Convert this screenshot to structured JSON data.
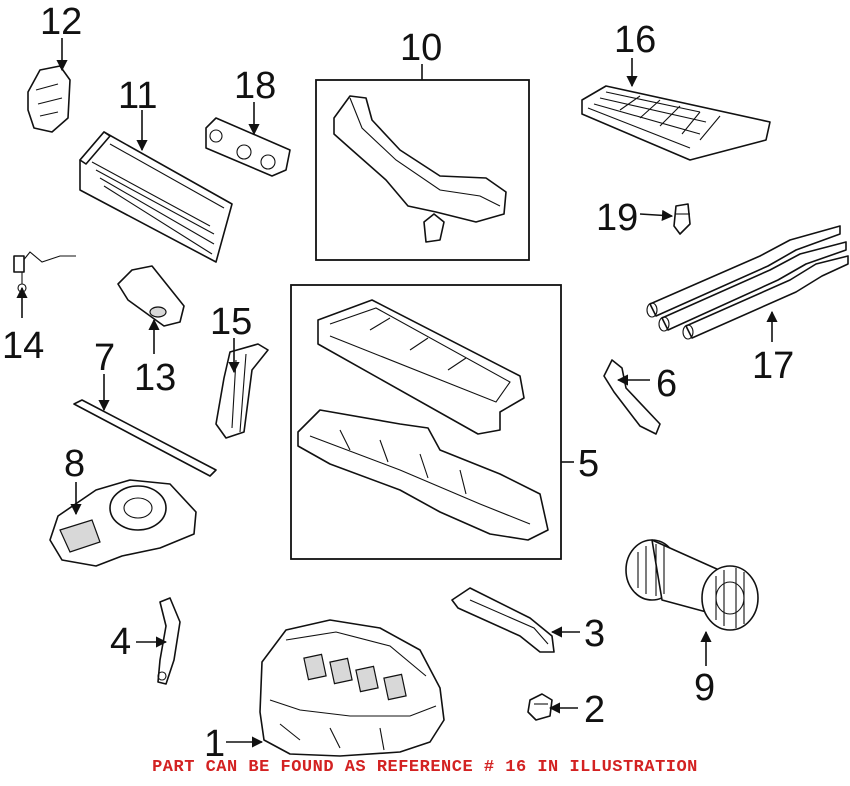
{
  "callouts": {
    "c1": "1",
    "c2": "2",
    "c3": "3",
    "c4": "4",
    "c5": "5",
    "c6": "6",
    "c7": "7",
    "c8": "8",
    "c9": "9",
    "c10": "10",
    "c11": "11",
    "c12": "12",
    "c13": "13",
    "c14": "14",
    "c15": "15",
    "c16": "16",
    "c17": "17",
    "c18": "18",
    "c19": "19"
  },
  "footnote": "PART CAN BE FOUND AS REFERENCE # 16 IN ILLUSTRATION",
  "colors": {
    "footnote": "#d32222",
    "ink": "#111111",
    "background": "#ffffff"
  }
}
